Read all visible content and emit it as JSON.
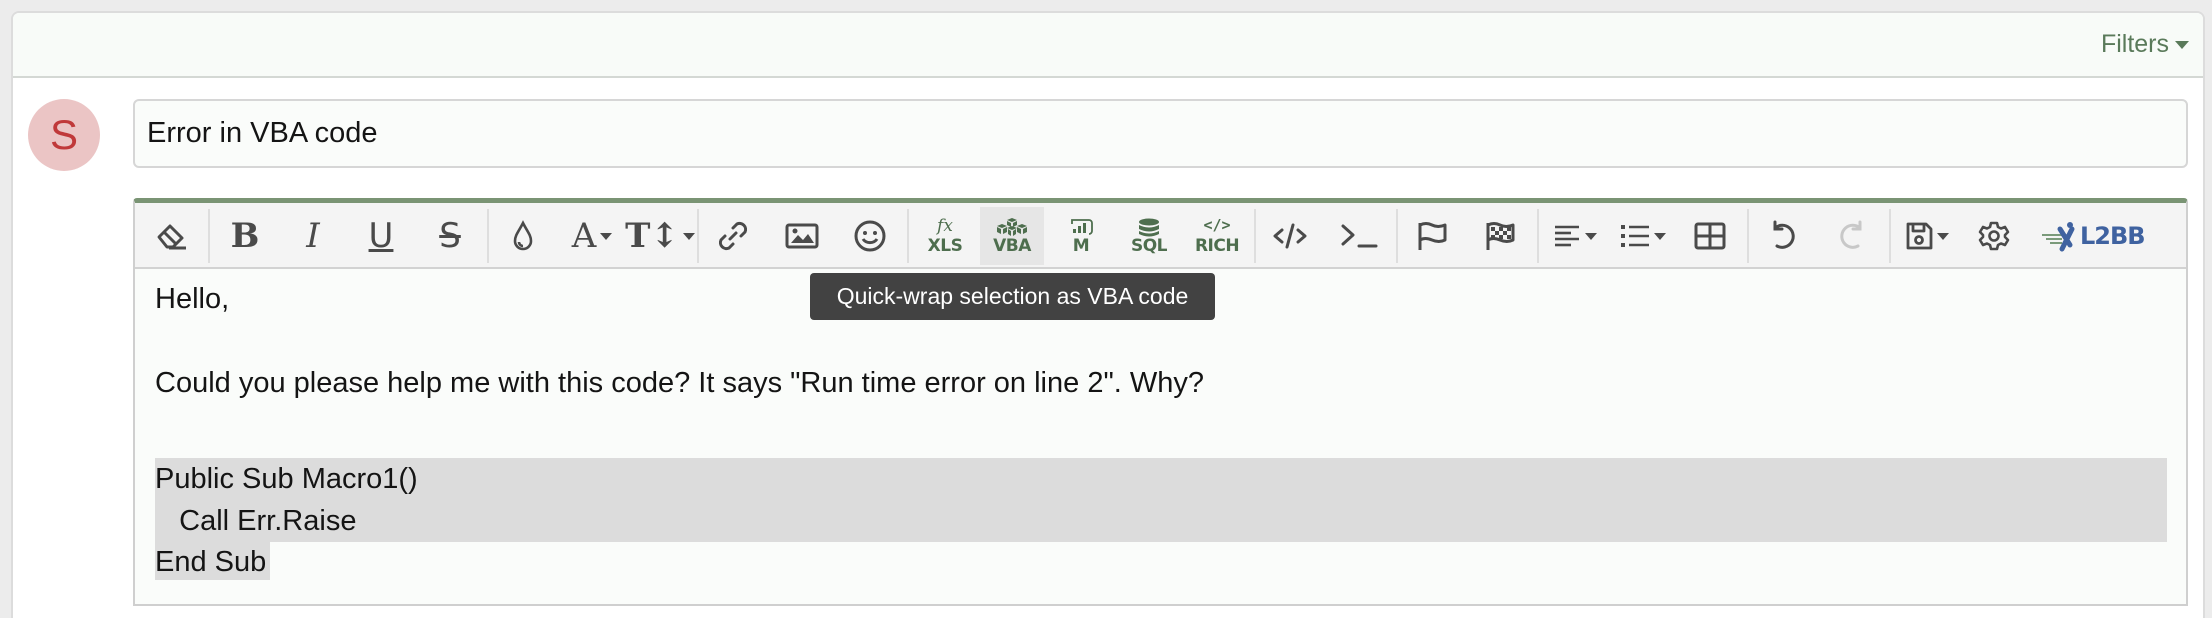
{
  "header": {
    "filters_label": "Filters"
  },
  "avatar": {
    "initial": "S",
    "bg_color": "#ebc5c5",
    "fg_color": "#c0393a"
  },
  "title": {
    "value": "Error in VBA code"
  },
  "toolbar": {
    "buttons": [
      {
        "id": "remove-formatting",
        "icon": "eraser-icon"
      },
      {
        "id": "bold",
        "icon": "bold-icon"
      },
      {
        "id": "italic",
        "icon": "italic-icon"
      },
      {
        "id": "underline",
        "icon": "underline-icon"
      },
      {
        "id": "strikethrough",
        "icon": "strikethrough-icon"
      },
      {
        "id": "text-color",
        "icon": "droplet-icon"
      },
      {
        "id": "font-family",
        "icon": "font-icon",
        "dropdown": true
      },
      {
        "id": "font-size",
        "icon": "text-size-icon",
        "dropdown": true
      },
      {
        "id": "insert-link",
        "icon": "link-icon"
      },
      {
        "id": "insert-image",
        "icon": "image-icon"
      },
      {
        "id": "smilies",
        "icon": "smile-icon"
      },
      {
        "id": "xls",
        "icon": "fx-xls-icon",
        "label": "XLS",
        "top": "fx"
      },
      {
        "id": "vba",
        "icon": "vba-cubes-icon",
        "label": "VBA",
        "active": true
      },
      {
        "id": "m",
        "icon": "powerbi-m-icon",
        "label": "M"
      },
      {
        "id": "sql",
        "icon": "database-sql-icon",
        "label": "SQL"
      },
      {
        "id": "rich",
        "icon": "rich-code-icon",
        "label": "RICH",
        "top": "</>"
      },
      {
        "id": "code",
        "icon": "code-icon"
      },
      {
        "id": "inline-code",
        "icon": "terminal-icon"
      },
      {
        "id": "spoiler",
        "icon": "flag-icon"
      },
      {
        "id": "inline-spoiler",
        "icon": "checkered-flag-icon"
      },
      {
        "id": "alignment",
        "icon": "align-left-icon",
        "dropdown": true
      },
      {
        "id": "list",
        "icon": "list-icon",
        "dropdown": true
      },
      {
        "id": "table",
        "icon": "table-icon"
      },
      {
        "id": "undo",
        "icon": "undo-icon"
      },
      {
        "id": "redo",
        "icon": "redo-icon",
        "disabled": true
      },
      {
        "id": "drafts",
        "icon": "save-icon",
        "dropdown": true
      },
      {
        "id": "settings",
        "icon": "gear-icon"
      }
    ],
    "logo_text": "L2BB",
    "logo_prefix": "X"
  },
  "tooltip": {
    "text": "Quick-wrap selection as VBA code"
  },
  "editor": {
    "lines": [
      "Hello,",
      "",
      "Could you please help me with this code? It says \"Run time error on line 2\". Why?",
      "",
      "Public Sub Macro1()",
      "   Call Err.Raise",
      "End Sub"
    ],
    "selected_line_indices": [
      4,
      5,
      6
    ]
  },
  "colors": {
    "accent_green": "#5a7a5a",
    "editor_top_border": "#7a9474",
    "code_icon_green": "#4e6e4e",
    "selection": "#dcdcdc",
    "tooltip_bg": "#424242",
    "logo_blue": "#3f62a0"
  }
}
